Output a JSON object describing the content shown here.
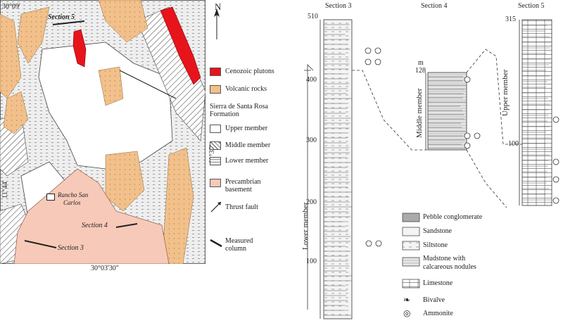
{
  "map": {
    "north_label": "N",
    "coord_top": "30°09'",
    "coord_bottom": "30°03'30\"",
    "coord_right": "11°39'",
    "coord_left": "11°44'",
    "section_labels": [
      "Section 5",
      "Section 4",
      "Section 3"
    ],
    "place_name_line1": "Rancho San",
    "place_name_line2": "Carlos"
  },
  "map_legend": {
    "items": [
      {
        "label": "Cenozoic plutons",
        "color": "#e8141b"
      },
      {
        "label": "Volcanic rocks",
        "color": "#f2c08a"
      },
      {
        "label": "Sierra de Santa Rosa",
        "color": ""
      },
      {
        "label": "Formation",
        "color": ""
      },
      {
        "label": "Upper member",
        "color": "#ffffff"
      },
      {
        "label": "Middle member",
        "color": "hatch"
      },
      {
        "label": "Lower member",
        "color": "dash"
      },
      {
        "label": "Precambrian",
        "color": "#f7c9b8"
      },
      {
        "label": "basement",
        "color": ""
      },
      {
        "label": "Thrust fault",
        "color": ""
      },
      {
        "label": "Measured",
        "color": ""
      },
      {
        "label": "column",
        "color": ""
      }
    ]
  },
  "columns": {
    "section3": {
      "title": "Section 3",
      "ticks": [
        "100",
        "200",
        "300",
        "400",
        "510"
      ],
      "member": "Lower member"
    },
    "section4": {
      "title": "Section 4",
      "unit": "m",
      "top": "128",
      "member": "Middle member"
    },
    "section5": {
      "title": "Section 5",
      "top": "315",
      "mark": "100",
      "member": "Upper member"
    }
  },
  "lith_legend": {
    "items": [
      {
        "label": "Pebble conglomerate"
      },
      {
        "label": "Sandstone"
      },
      {
        "label": "Siltstone"
      },
      {
        "label": "Mudstone with"
      },
      {
        "label": "calcareous nodules"
      },
      {
        "label": "Limestone"
      },
      {
        "label": "Bivalve"
      },
      {
        "label": "Ammonite"
      }
    ]
  }
}
